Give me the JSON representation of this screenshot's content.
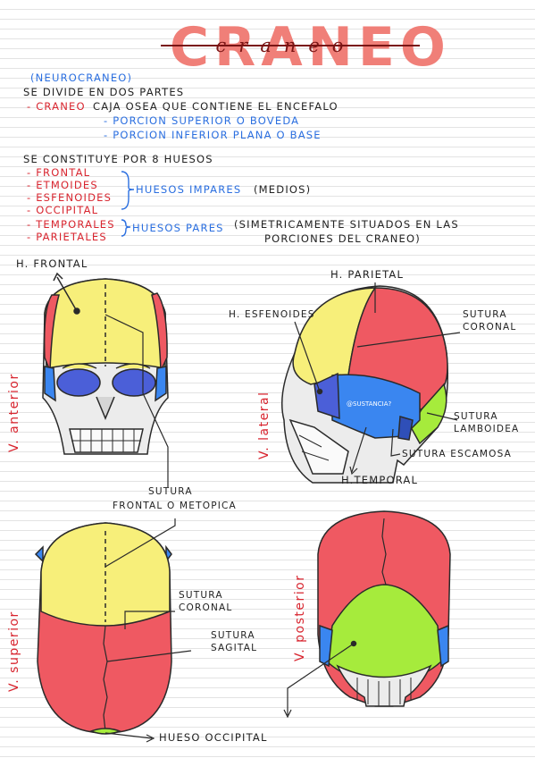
{
  "title": "CRANEO",
  "title_script": "craneo",
  "subtitle": "(NEUROCRANEO)",
  "intro": "SE DIVIDE EN DOS PARTES",
  "craneo_word": "- CRANEO",
  "craneo_desc": "CAJA OSEA QUE CONTIENE EL ENCEFALO",
  "portions": [
    "- PORCION SUPERIOR O BOVEDA",
    "- PORCION INFERIOR PLANA O BASE"
  ],
  "constituted": "SE CONSTITUYE POR 8 HUESOS",
  "impares_list": [
    "- FRONTAL",
    "- ETMOIDES",
    "- ESFENOIDES",
    "- OCCIPITAL"
  ],
  "impares_label": "HUESOS IMPARES",
  "impares_note": "(MEDIOS)",
  "pares_list": [
    "- TEMPORALES",
    "- PARIETALES"
  ],
  "pares_label": "HUESOS PARES",
  "pares_note_1": "(SIMETRICAMENTE SITUADOS EN LAS",
  "pares_note_2": "PORCIONES DEL CRANEO)",
  "views": {
    "anterior": "V. anterior",
    "lateral": "V. lateral",
    "superior": "V. superior",
    "posterior": "V. posterior"
  },
  "labels": {
    "h_frontal": "H. FRONTAL",
    "h_parietal": "H. PARIETAL",
    "h_esfenoides": "H. ESFENOIDES",
    "sutura_coronal_lat_1": "SUTURA",
    "sutura_coronal_lat_2": "CORONAL",
    "sutura_lambdoidea_1": "SUTURA",
    "sutura_lambdoidea_2": "LAMBOIDEA",
    "sutura_escamosa": "SUTURA ESCAMOSA",
    "h_temporal": "H.TEMPORAL",
    "sutura_frontal_1": "SUTURA",
    "sutura_frontal_2": "FRONTAL O METOPICA",
    "sutura_coronal_sup_1": "SUTURA",
    "sutura_coronal_sup_2": "CORONAL",
    "sutura_sagital_1": "SUTURA",
    "sutura_sagital_2": "SAGITAL",
    "hueso_occipital": "HUESO OCCIPITAL",
    "watermark": "@SUSTANCIA?"
  },
  "colors": {
    "frontal": "#f7ef7a",
    "parietal": "#ef5962",
    "occipital": "#a6eb3c",
    "temporal": "#3a86f0",
    "esfenoides": "#4b5fd8",
    "skull": "#ececec",
    "red_text": "#d8252f",
    "blue_text": "#2b6fe0"
  }
}
